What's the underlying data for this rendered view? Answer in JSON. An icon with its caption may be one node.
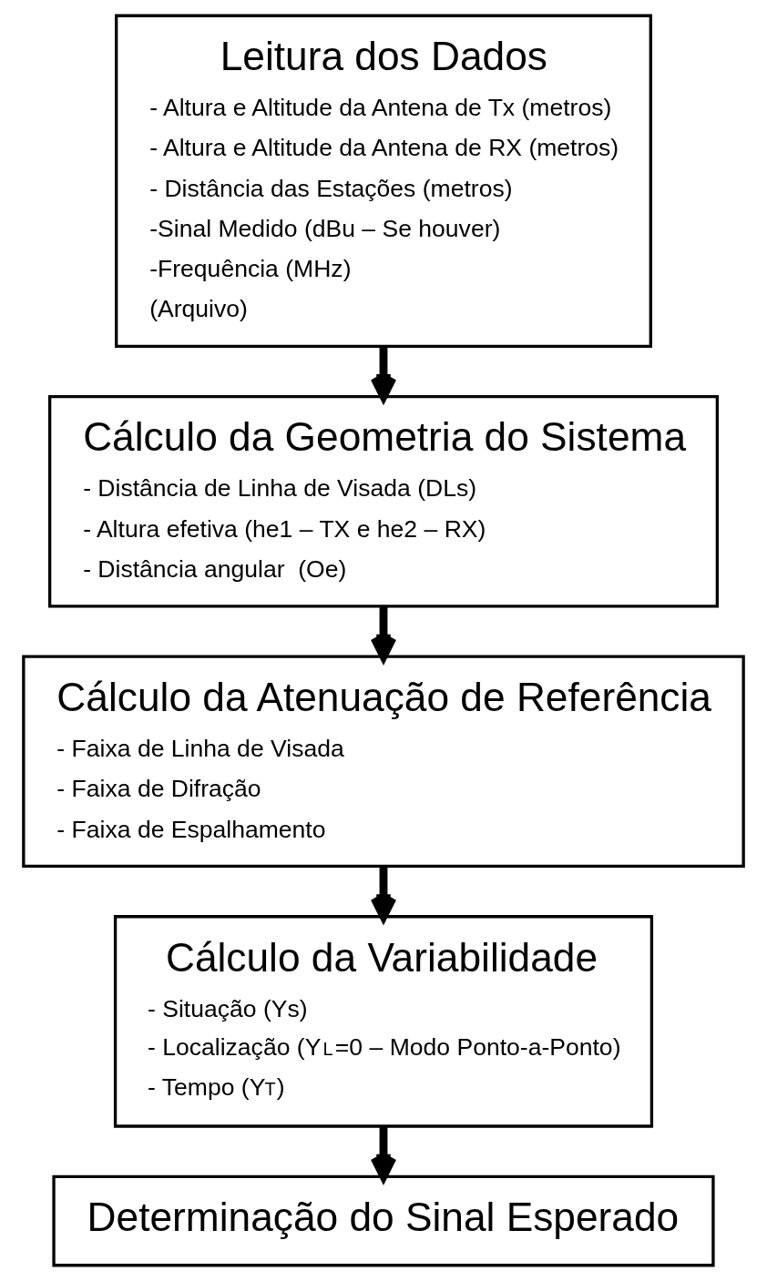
{
  "diagram": {
    "nodes": [
      {
        "text": [
          "Leitura dos Dados",
          "- Altura e Altitude da Antena de Tx (metros)",
          "- Altura e Altitude da Antena de RX (metros)",
          "- Distância das Estações (metros)",
          "-Sinal Medido (dBu – Se houver)",
          "-Frequência (MHz)",
          "(Arquivo)"
        ]
      },
      {
        "text": [
          "Cálculo da Geometria do Sistema",
          "- Distância de Linha de Visada (DLs)",
          "- Altura efetiva (he1 – TX e he2 – RX)",
          "- Distância angular  (Oe)"
        ]
      },
      {
        "text": [
          "Cálculo da Atenuação de Referência",
          "- Faixa de Linha de Visada",
          "- Faixa de Difração",
          "- Faixa de Espalhamento"
        ]
      },
      {
        "text": [
          "Cálculo da Variabilidade",
          "- Situação (Ys)",
          "- Localização (Y$_{L}$=0 – Modo Ponto-a-Ponto)",
          "- Tempo (Y$_{T}$)"
        ]
      },
      {
        "text": [
          "Determinação do Sinal Esperado"
        ]
      }
    ],
    "edges": [
      {
        "from": 0,
        "to": 1,
        "arrow": "to"
      },
      {
        "from": 1,
        "to": 2,
        "arrow": "to"
      },
      {
        "from": 2,
        "to": 3,
        "arrow": "to"
      },
      {
        "from": 3,
        "to": 4,
        "arrow": "to"
      }
    ]
  }
}
